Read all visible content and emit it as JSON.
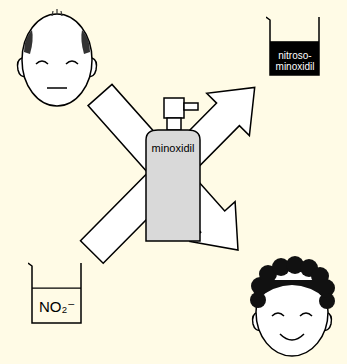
{
  "diagram": {
    "nodes": [
      {
        "text": [
          "nitroso- minoxidil"
        ]
      },
      {
        "text": [
          "minoxidil"
        ]
      },
      {
        "text": [
          "NO₂⁻"
        ]
      }
    ],
    "edges": [
      {
        "from": 2,
        "to": 0,
        "arrow": "to"
      }
    ]
  }
}
